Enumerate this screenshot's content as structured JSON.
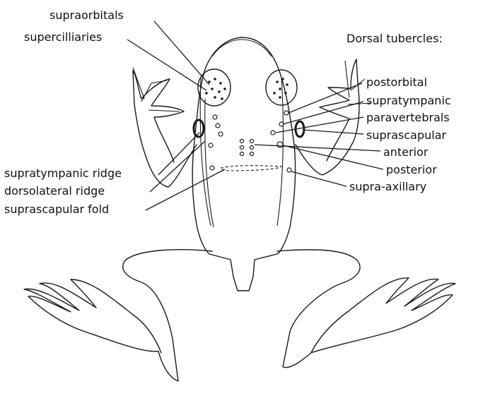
{
  "diagram": {
    "header": "Dorsal tubercles:",
    "left_labels": {
      "supraorbitals": "supraorbitals",
      "supercilliaries": "supercilliaries",
      "supratympanic_ridge": "supratympanic ridge",
      "dorsolateral_ridge": "dorsolateral ridge",
      "suprascapular_fold": "suprascapular fold"
    },
    "right_labels": {
      "postorbital": "postorbital",
      "supratympanic": "supratympanic",
      "paravertebrals": "paravertebrals",
      "suprascapular": "suprascapular",
      "anterior": "anterior",
      "posterior": "posterior",
      "supra_axillary": "supra-axillary"
    }
  }
}
